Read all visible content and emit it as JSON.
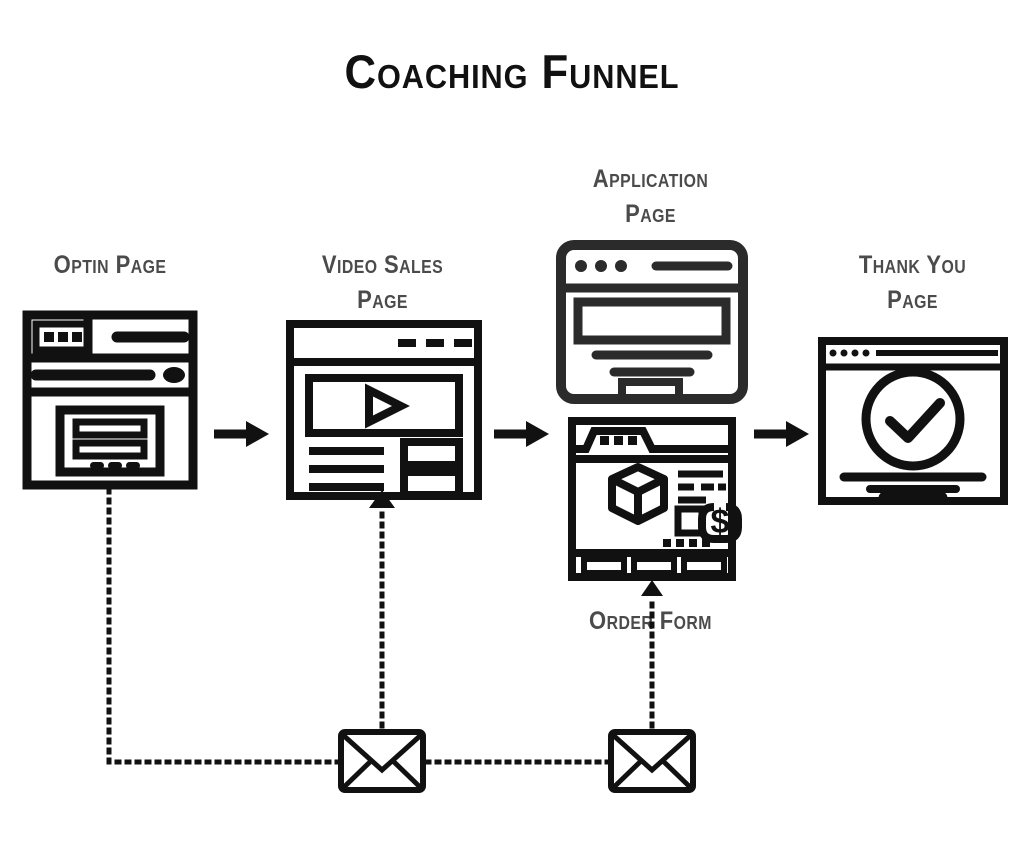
{
  "diagram": {
    "title": "Coaching Funnel",
    "background_color": "#ffffff",
    "line_color": "#111111",
    "label_color": "#4b4b4b"
  },
  "nodes": [
    {
      "id": "optin",
      "label": "Optin Page",
      "icon": "browser-optin-form-icon"
    },
    {
      "id": "vsl",
      "label": "Video Sales\nPage",
      "label_line1": "Video Sales",
      "label_line2": "Page",
      "icon": "browser-video-player-icon"
    },
    {
      "id": "application",
      "label": "Application\nPage",
      "label_line1": "Application",
      "label_line2": "Page",
      "icon": "browser-application-form-icon"
    },
    {
      "id": "order",
      "label": "Order Form",
      "icon": "browser-order-form-icon"
    },
    {
      "id": "thankyou",
      "label": "Thank You\nPage",
      "label_line1": "Thank You",
      "label_line2": "Page",
      "icon": "browser-checkmark-icon"
    }
  ],
  "connectors": [
    {
      "id": "arrow-optin-to-vsl",
      "type": "solid-arrow",
      "from": "optin",
      "to": "vsl"
    },
    {
      "id": "arrow-vsl-to-application",
      "type": "solid-arrow",
      "from": "vsl",
      "to": "application"
    },
    {
      "id": "arrow-application-to-thanks",
      "type": "solid-arrow",
      "from": "application",
      "to": "thankyou"
    },
    {
      "id": "dotted-optin-to-email-1",
      "type": "dotted",
      "from": "optin",
      "to": "email-1"
    },
    {
      "id": "dotted-email-1-to-vsl",
      "type": "dotted-arrow",
      "from": "email-1",
      "to": "vsl"
    },
    {
      "id": "dotted-email-1-to-email-2",
      "type": "dotted",
      "from": "email-1",
      "to": "email-2"
    },
    {
      "id": "dotted-email-2-to-order",
      "type": "dotted-arrow",
      "from": "email-2",
      "to": "order"
    }
  ],
  "emails": [
    {
      "id": "email-1",
      "icon": "envelope-icon"
    },
    {
      "id": "email-2",
      "icon": "envelope-icon"
    }
  ]
}
